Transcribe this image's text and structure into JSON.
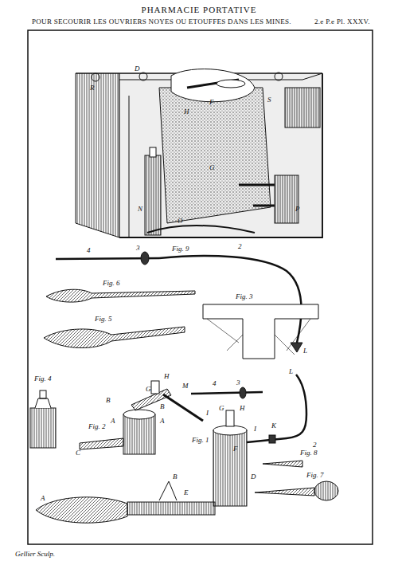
{
  "diagram": {
    "title": "PHARMACIE PORTATIVE",
    "labels": [
      "POUR SECOURIR LES OUVRIERS NOYES OU ETOUFFES DANS LES MINES.",
      "2.e P.e Pl. XXXV.",
      "R",
      "D",
      "H",
      "F",
      "S",
      "G",
      "N",
      "P",
      "O",
      "Fig. 9",
      "4",
      "3",
      "2",
      "L",
      "Fig. 6",
      "Fig. 3",
      "Fig. 5",
      "Fig. 4",
      "Fig. 2",
      "H",
      "G",
      "I",
      "B",
      "A",
      "A",
      "B",
      "C",
      "Fig. 1",
      "H",
      "G",
      "F",
      "I",
      "K",
      "D",
      "A",
      "B",
      "E",
      "M",
      "4",
      "3",
      "L",
      "2",
      "Fig. 8",
      "Fig. 7",
      "Gellier Sculp."
    ]
  }
}
